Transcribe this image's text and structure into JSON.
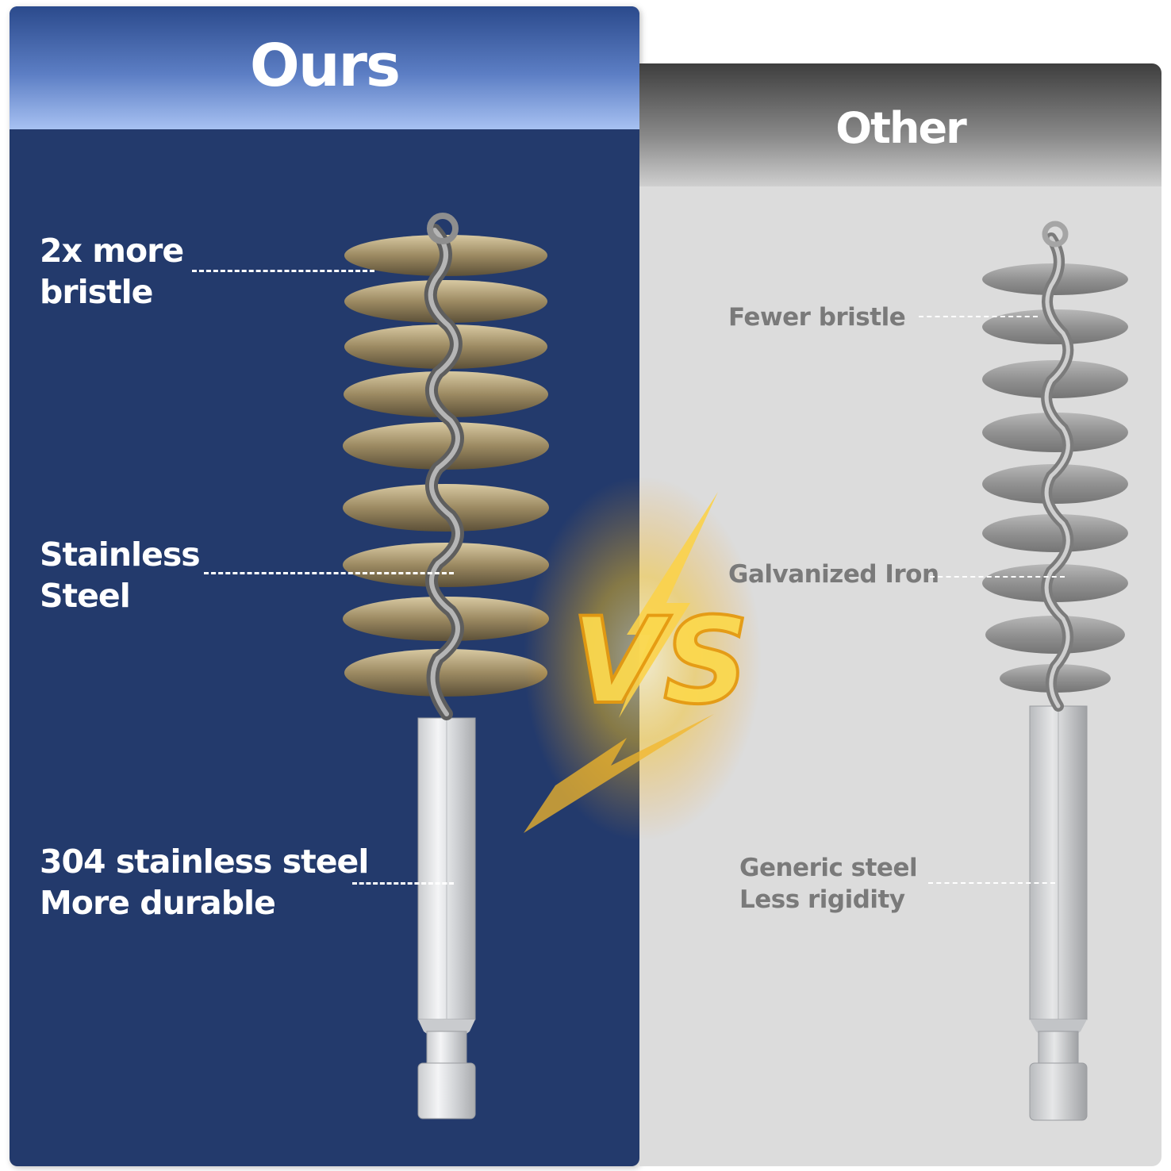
{
  "comparison": {
    "ours": {
      "title": "Ours",
      "features": [
        {
          "line1": "2x more",
          "line2": "bristle"
        },
        {
          "line1": "Stainless",
          "line2": "Steel"
        },
        {
          "line1": "304 stainless steel",
          "line2": "More durable"
        }
      ]
    },
    "other": {
      "title": "Other",
      "features": [
        {
          "line1": "Fewer bristle",
          "line2": ""
        },
        {
          "line1": "Galvanized Iron",
          "line2": ""
        },
        {
          "line1": "Generic steel",
          "line2": "Less rigidity"
        }
      ]
    },
    "versus_graphic": "VS"
  },
  "colors": {
    "ours_panel": "#233a6c",
    "other_panel": "#dcdcdc",
    "bristle_ours": "#b8a47a",
    "bristle_other": "#8c8c8c",
    "vs_glow": "#f7c21c"
  }
}
